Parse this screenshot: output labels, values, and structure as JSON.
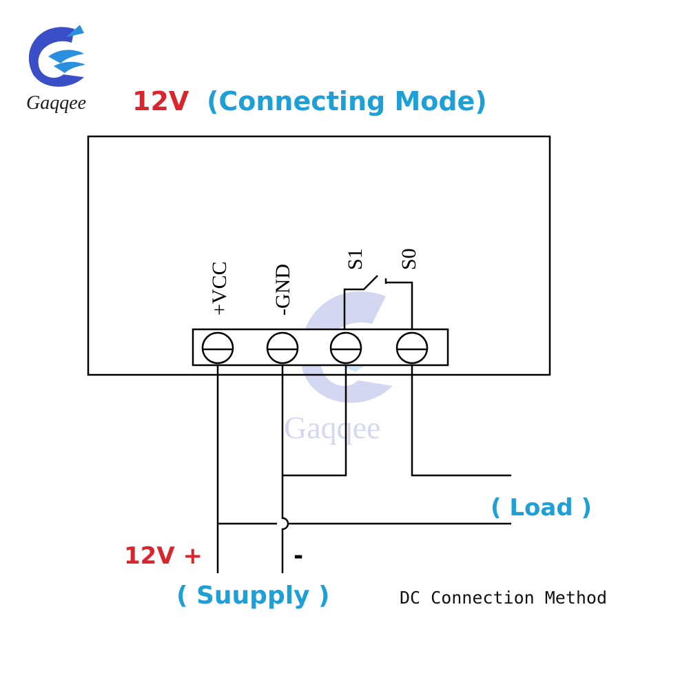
{
  "brand": {
    "name": "Gaqqee",
    "watermark_text": "Gaqqee",
    "color": "#3a4fc7"
  },
  "header": {
    "voltage": "12V",
    "mode": "(Connecting Mode)",
    "voltage_color": "#d8262e",
    "mode_color": "#1e9fd6"
  },
  "terminals": {
    "vcc": "+VCC",
    "gnd": "-GND",
    "s1": "S1",
    "s0": "S0"
  },
  "labels": {
    "load": "( Load )",
    "supply_plus": "12V +",
    "supply_minus": "-",
    "supply": "( Suupply )",
    "caption": "DC Connection Method"
  },
  "colors": {
    "line": "#000000",
    "accent_red": "#d8262e",
    "accent_blue": "#1e9fd6"
  }
}
